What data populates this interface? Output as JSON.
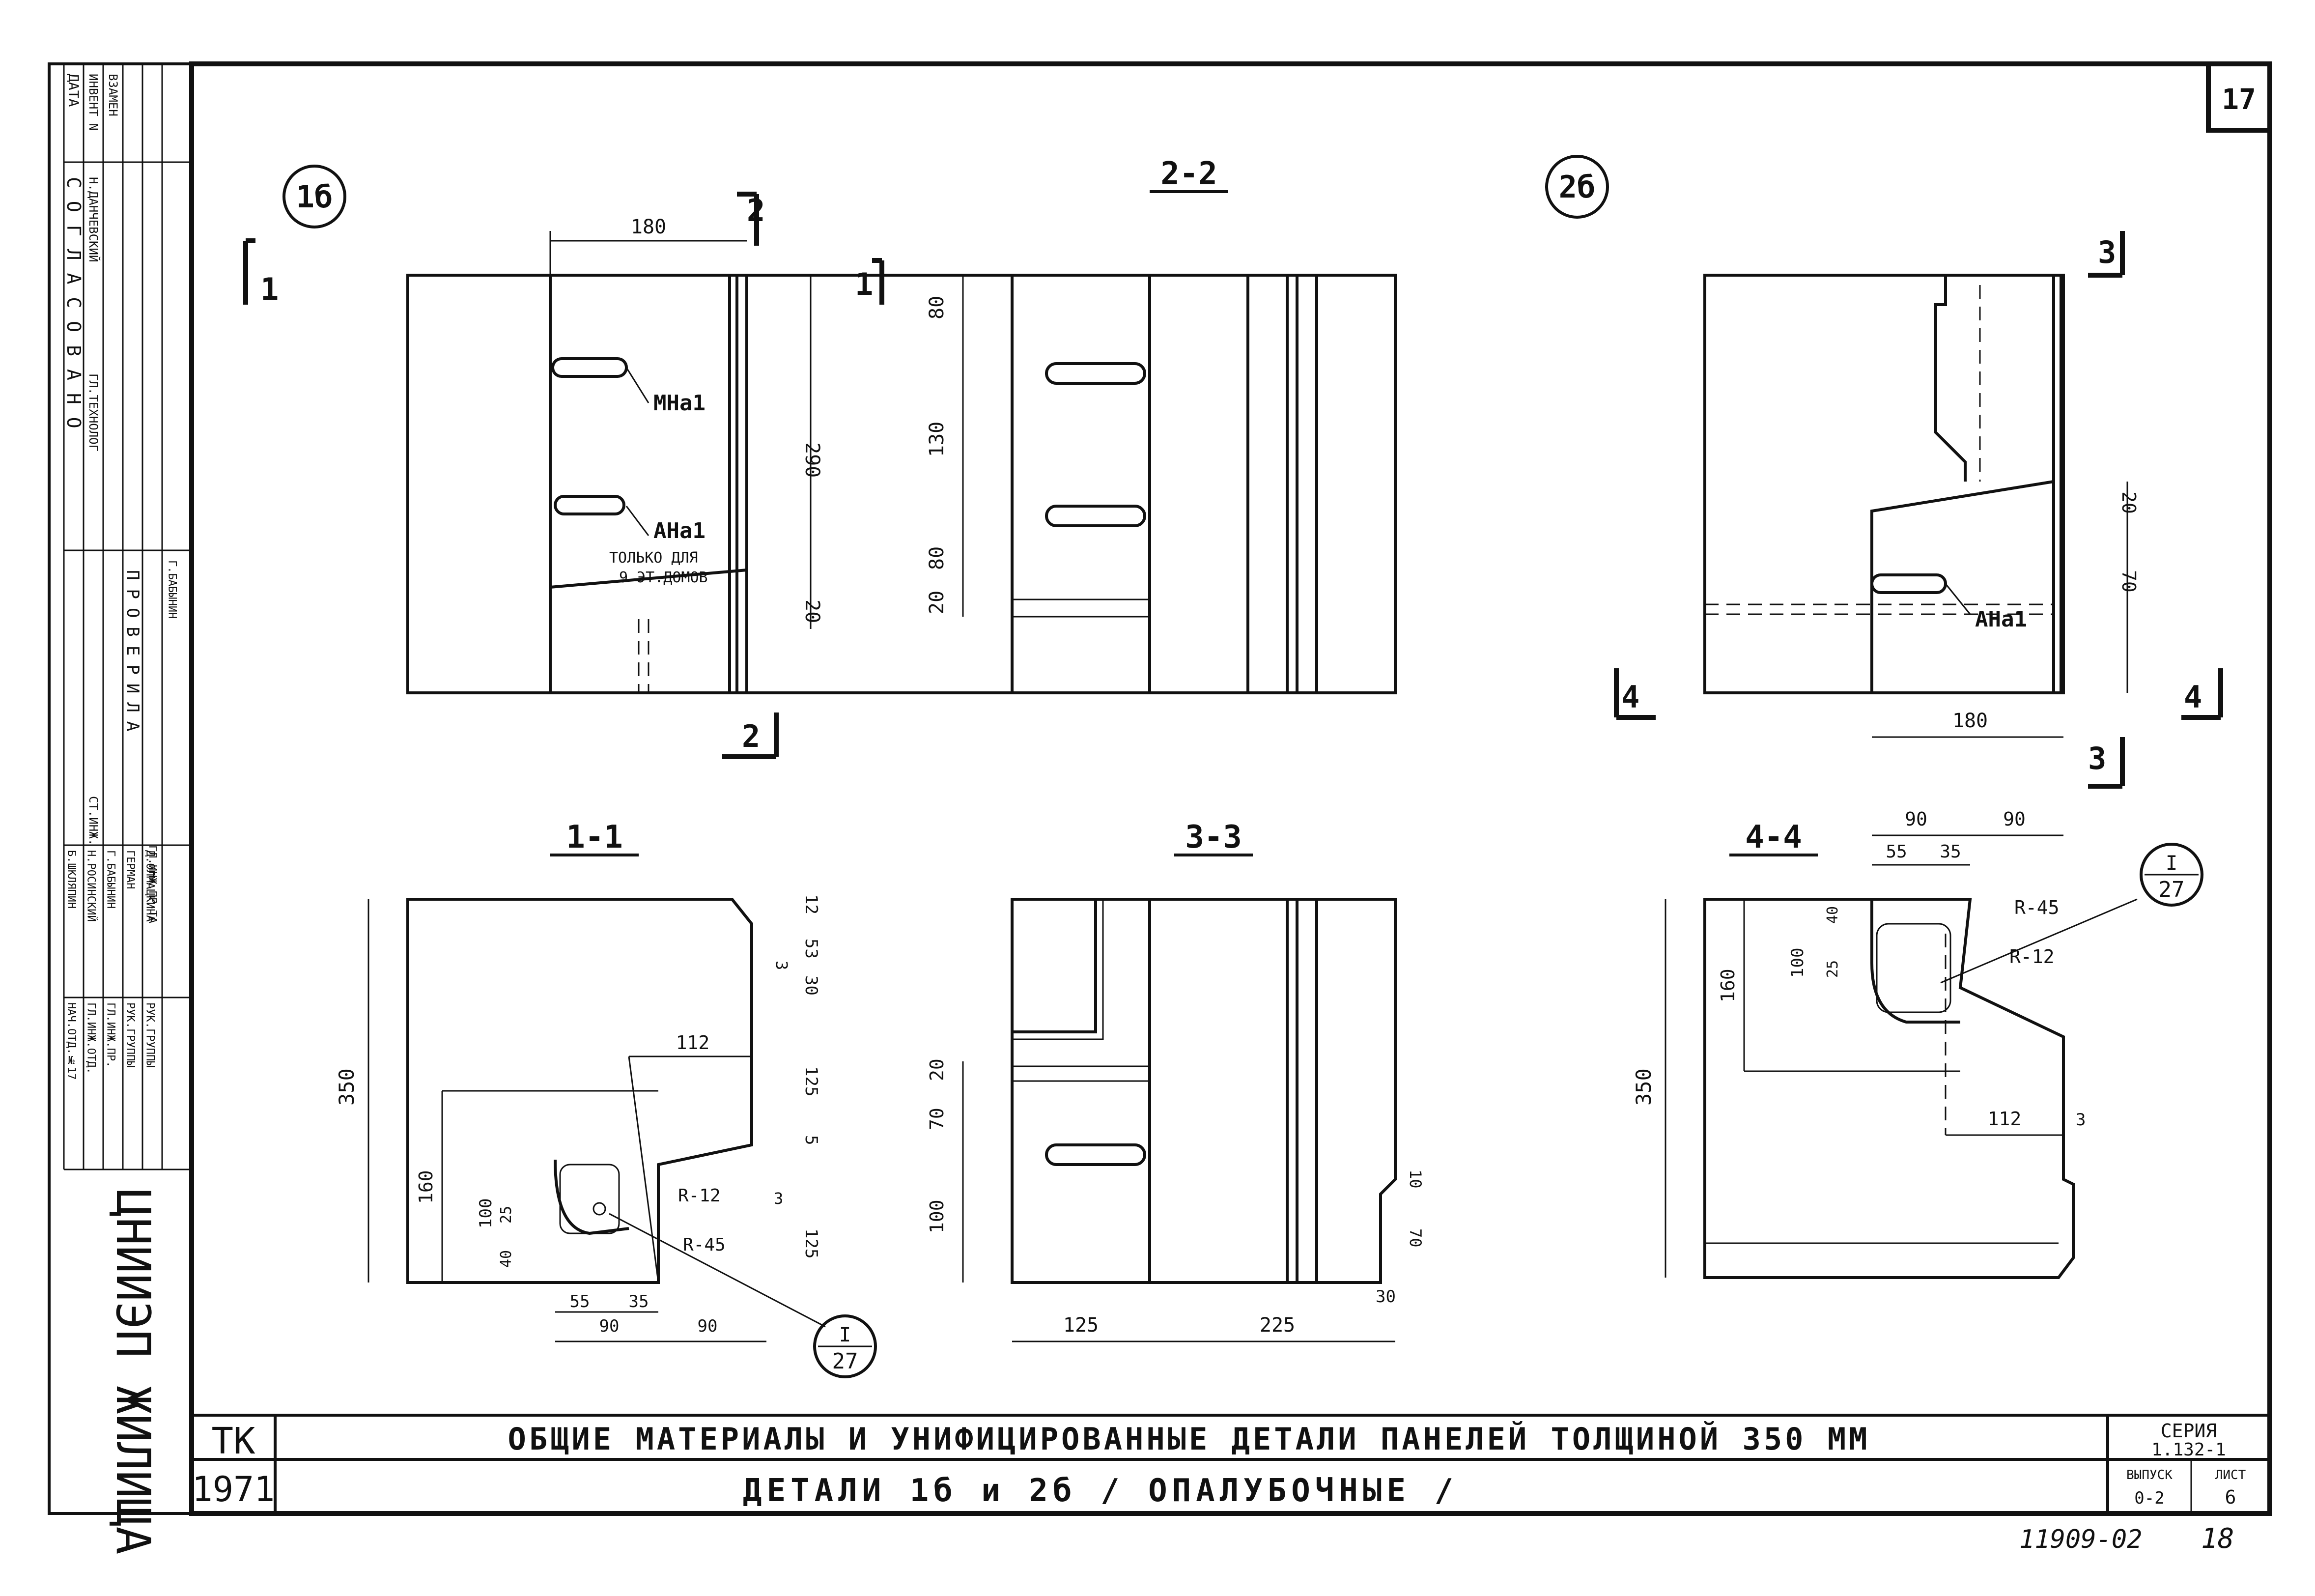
{
  "sheet": {
    "sheet_number": "17",
    "handwritten_number": "18",
    "archive_code": "11909-02",
    "tk": "ТК",
    "year": "1971",
    "organization": "ЦНИИЭП ЖИЛИЩА"
  },
  "title_block": {
    "title_main": "ОБЩИЕ МАТЕРИАЛЫ И УНИФИЦИРОВАННЫЕ ДЕТАЛИ ПАНЕЛЕЙ ТОЛЩИНОЙ 350 ММ",
    "title_sub": "ДЕТАЛИ 1б и 2б / ОПАЛУБОЧНЫЕ /",
    "series_label": "СЕРИЯ",
    "series_value": "1.132-1",
    "issue_label": "ВЫПУСК",
    "issue_value": "0-2",
    "sheet_label": "ЛИСТ",
    "sheet_value": "6"
  },
  "stamp": {
    "agreed_header": "СОГЛАСОВАНО",
    "date_label": "ДАТА",
    "inv_label": "ИНВЕНТ N",
    "vzamen_label": "ВЗАМЕН",
    "checked_header": "ПРОВЕРИЛА",
    "roles": [
      {
        "role": "НАЧ.ОТД.№17",
        "name": "Б.ШКЛЯПИН"
      },
      {
        "role": "ГЛ.ИНЖ.ОТД.",
        "name": "Н.РОСИНСКИЙ"
      },
      {
        "role": "ГЛ.ИНЖ.ПР.",
        "name": "Г.БАБЫНИН"
      },
      {
        "role": "РУК.ГРУППЫ",
        "name": "ГЕРМАН"
      },
      {
        "role": "РУК.ГРУППЫ",
        "name": "Д.ОЛМАЦКИНА"
      }
    ],
    "agreed_roles": [
      {
        "role": "СТ.ИНЖ.",
        "name": ""
      },
      {
        "role": "ГЛ.ТЕХНОЛОГ",
        "name": ""
      },
      {
        "role": "",
        "name": "Н.ДАНЧЕВСКИЙ"
      }
    ],
    "checked_roles": [
      {
        "role": "ГЛ.ИНЖ.ПР-ТА",
        "name": "Г.БАБЫНИН"
      }
    ]
  },
  "details": {
    "d1b": {
      "marker": "1б",
      "cut": "1",
      "section": "2",
      "dim_width": "180",
      "dim_height": "290",
      "dim_bottom": "20",
      "note_mna": "МНа1",
      "note_ana": "АНа1",
      "note_only": "ТОЛЬКО ДЛЯ",
      "note_floors": "9 ЭТ.ДОМОВ"
    },
    "s22": {
      "title": "2-2",
      "d1": "80",
      "d2": "130",
      "d3": "80",
      "d4": "20"
    },
    "d2b": {
      "marker": "2б",
      "cut": "3",
      "section": "4",
      "dim_width": "180",
      "d1": "20",
      "d2": "70",
      "note_ana": "АНа1"
    },
    "s11": {
      "title": "1-1",
      "h": "350",
      "h2": "160",
      "d12": "12",
      "d53": "53",
      "d3": "3",
      "d30": "30",
      "d125a": "125",
      "d5": "5",
      "d125b": "125",
      "d112": "112",
      "d100": "100",
      "d25": "25",
      "d40": "40",
      "r12": "R-12",
      "r45": "R-45",
      "w55": "55",
      "w35": "35",
      "w90a": "90",
      "w90b": "90",
      "w3": "3"
    },
    "s33": {
      "title": "3-3",
      "d20": "20",
      "d70": "70",
      "d100": "100",
      "w125": "125",
      "w225": "225",
      "w30": "30",
      "d10": "10",
      "d70b": "70"
    },
    "s44": {
      "title": "4-4",
      "h": "350",
      "h2": "160",
      "w90a": "90",
      "w90b": "90",
      "w55": "55",
      "w35": "35",
      "d100": "100",
      "d40": "40",
      "d25": "25",
      "r45": "R-45",
      "r12": "R-12",
      "d112": "112",
      "d3": "3"
    },
    "ref_i27": {
      "num": "I",
      "den": "27"
    }
  }
}
